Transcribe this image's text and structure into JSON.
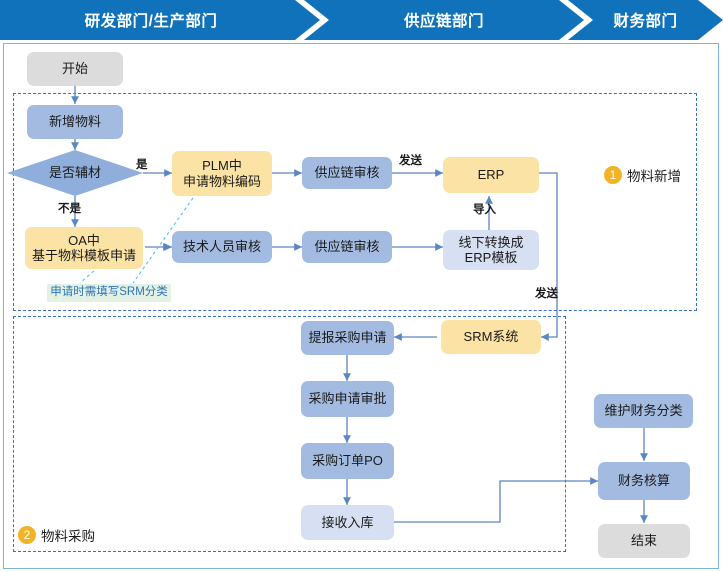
{
  "banner": {
    "segments": [
      {
        "label": "研发部门/生产部门"
      },
      {
        "label": "供应链部门"
      },
      {
        "label": "财务部门"
      }
    ],
    "color": "#1072BA"
  },
  "legends": [
    {
      "number": "1",
      "label": "物料新增",
      "color": "#F4B324"
    },
    {
      "number": "2",
      "label": "物料采购",
      "color": "#F4B324"
    }
  ],
  "nodes": {
    "start": "开始",
    "add_material": "新增物料",
    "is_aux_material": "是否辅材",
    "plm_apply": "PLM中\n申请物料编码",
    "plm_apply_l1": "PLM中",
    "plm_apply_l2": "申请物料编码",
    "oa_apply_l1": "OA中",
    "oa_apply_l2": "基于物料模板申请",
    "supply_review_1": "供应链审核",
    "supply_review_2": "供应链审核",
    "tech_review": "技术人员审核",
    "erp": "ERP",
    "offline_convert_l1": "线下转换成",
    "offline_convert_l2": "ERP模板",
    "note_srm": "申请时需填写SRM分类",
    "srm_system": "SRM系统",
    "submit_purchase_req": "提报采购申请",
    "purchase_req_approval": "采购申请审批",
    "purchase_order_po": "采购订单PO",
    "receive_stock": "接收入库",
    "maintain_fin_category": "维护财务分类",
    "fin_accounting": "财务核算",
    "end": "结束"
  },
  "edge_labels": {
    "yes": "是",
    "no": "不是",
    "send_to_erp": "发送",
    "import": "导入",
    "send_to_srm": "发送"
  },
  "colors": {
    "banner_blue": "#1072BA",
    "node_blue": "#A3BBE0",
    "diamond_blue": "#8FAEDC",
    "node_yellow": "#FBE2A5",
    "node_light_blue": "#D6E0F2",
    "node_gray": "#DCDCDC",
    "note_green": "#E3F0E4",
    "note_text_blue": "#2E74B5",
    "connector": "#5B86C4",
    "dashed_border": "#3B6FC4",
    "outer_border": "#7DB3DC",
    "badge_orange": "#F4B324"
  }
}
